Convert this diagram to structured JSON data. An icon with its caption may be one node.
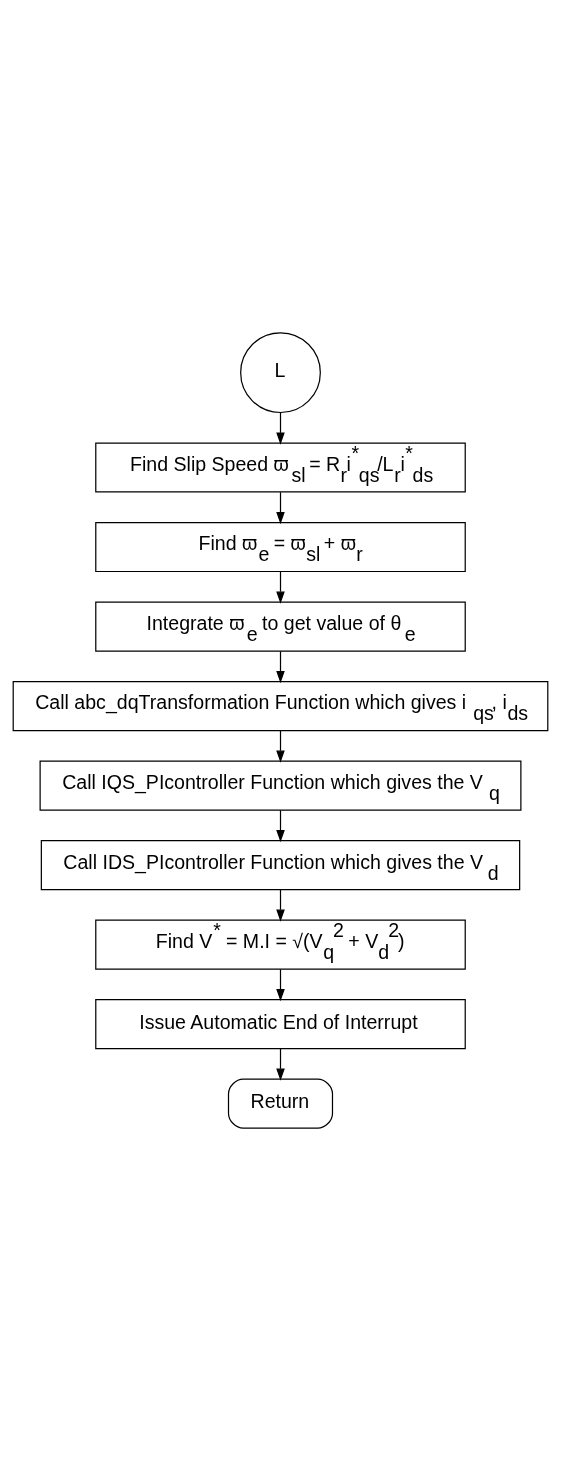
{
  "diagram": {
    "nodes": [
      {
        "text": [
          "L"
        ]
      },
      {
        "text": [
          "Find Slip Speed ϖ$_{sl}$ = R$_{r}$i$^{*}$$_{qs}$/L$_{r}$i$^{*}$$_{ds}$"
        ]
      },
      {
        "text": [
          "Find ϖ$_{e}$ = ϖ$_{sl}$ + ϖ$_{r}$"
        ]
      },
      {
        "text": [
          "Integrate ϖ$_{e}$ to get value of θ$_{e}$"
        ]
      },
      {
        "text": [
          "Call abc_dqTransformation Function which gives i$_{qs}$, i$_{ds}$"
        ]
      },
      {
        "text": [
          "Call IQS_PIcontroller Function which gives the V$_{q}$"
        ]
      },
      {
        "text": [
          "Call IDS_PIcontroller Function which gives the V$_{d}$"
        ]
      },
      {
        "text": [
          "Find V$^{*}$ = M.I = √(V$_{q}$$^{2}$ + V$_{d}$$^{2}$)"
        ]
      },
      {
        "text": [
          "Issue Automatic End of Interrupt"
        ]
      },
      {
        "text": [
          "Return"
        ]
      }
    ],
    "edges": [
      {
        "from": 0,
        "to": 1,
        "arrow": "to"
      },
      {
        "from": 1,
        "to": 2,
        "arrow": "to"
      },
      {
        "from": 2,
        "to": 3,
        "arrow": "to"
      },
      {
        "from": 3,
        "to": 4,
        "arrow": "to"
      },
      {
        "from": 4,
        "to": 5,
        "arrow": "to"
      },
      {
        "from": 5,
        "to": 6,
        "arrow": "to"
      },
      {
        "from": 6,
        "to": 7,
        "arrow": "to"
      },
      {
        "from": 7,
        "to": 8,
        "arrow": "to"
      },
      {
        "from": 8,
        "to": 9,
        "arrow": "to"
      }
    ]
  }
}
